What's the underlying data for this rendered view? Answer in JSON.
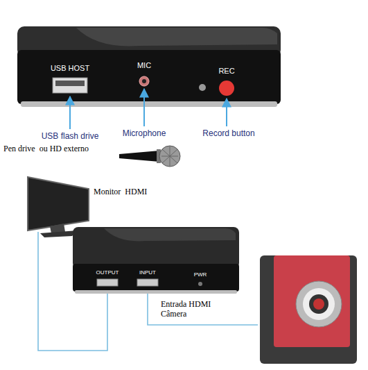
{
  "diagram": {
    "labels": [
      "USB HOST",
      "MIC",
      "REC",
      "USB flash drive",
      "Microphone",
      "Record button",
      "Pen drive  ou HD externo",
      "Monitor  HDMI",
      "OUTPUT",
      "INPUT",
      "PWR",
      "Entrada HDMI Câmera"
    ]
  }
}
